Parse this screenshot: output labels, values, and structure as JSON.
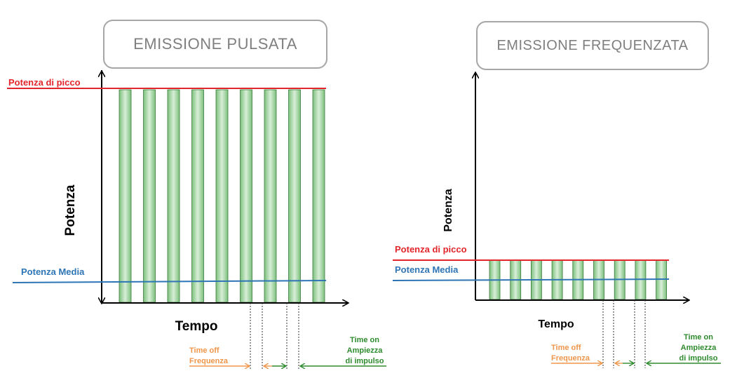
{
  "panels": [
    {
      "title": "EMISSIONE PULSATA",
      "y_axis_label": "Potenza",
      "x_axis_label": "Tempo",
      "peak_label": "Potenza di picco",
      "mean_label": "Potenza Media",
      "annotations": {
        "time_off": "Time off",
        "frequenza": "Frequenza",
        "time_on": "Time on",
        "ampiezza": "Ampiezza",
        "di_impulso": "di impulso"
      },
      "pulse_count": 9
    },
    {
      "title": "EMISSIONE FREQUENZATA",
      "y_axis_label": "Potenza",
      "x_axis_label": "Tempo",
      "peak_label": "Potenza di picco",
      "mean_label": "Potenza Media",
      "annotations": {
        "time_off": "Time off",
        "frequenza": "Frequenza",
        "time_on": "Time on",
        "ampiezza": "Ampiezza",
        "di_impulso": "di impulso"
      },
      "pulse_count": 9
    }
  ],
  "colors": {
    "peak": "#e3262b",
    "mean": "#2e75b6",
    "time_off": "#f0964b",
    "time_on": "#2e8b2e",
    "pulse_fill": "#a9d7a9",
    "pulse_stroke": "#3a7a3a",
    "axis": "#000000",
    "title_text": "#7f7f7f"
  }
}
